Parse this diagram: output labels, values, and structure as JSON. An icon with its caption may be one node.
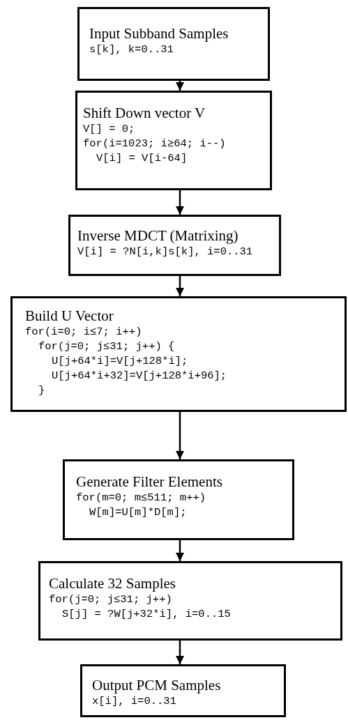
{
  "diagram": {
    "nodes": [
      {
        "text": [
          "Input Subband Samples",
          "s[k], k=0..31"
        ]
      },
      {
        "text": [
          "Shift Down vector V",
          "V[] = 0;",
          "for(i=1023; i≥64; i--)",
          "V[i] = V[i-64]"
        ]
      },
      {
        "text": [
          "Inverse MDCT (Matrixing)",
          "V[i] = ?N[i,k]s[k], i=0..31"
        ]
      },
      {
        "text": [
          "Build U Vector",
          "for(i=0; i≤7; i++)",
          "for(j=0; j≤31; j++) {",
          "U[j+64*i]=V[j+128*i];",
          "U[j+64*i+32]=V[j+128*i+96];",
          "}"
        ]
      },
      {
        "text": [
          "Generate Filter Elements",
          "for(m=0; m≤511; m++)",
          "W[m]=U[m]*D[m];"
        ]
      },
      {
        "text": [
          "Calculate 32 Samples",
          "for(j=0; j≤31; j++)",
          "S[j] = ?W[j+32*i], i=0..15"
        ]
      },
      {
        "text": [
          "Output PCM Samples",
          "x[i], i=0..31"
        ]
      }
    ],
    "edges": [
      {
        "from": 0,
        "to": 1,
        "arrow": "to"
      },
      {
        "from": 1,
        "to": 2,
        "arrow": "to"
      },
      {
        "from": 2,
        "to": 3,
        "arrow": "to"
      },
      {
        "from": 3,
        "to": 4,
        "arrow": "to"
      },
      {
        "from": 4,
        "to": 5,
        "arrow": "to"
      },
      {
        "from": 5,
        "to": 6,
        "arrow": "to"
      }
    ]
  }
}
